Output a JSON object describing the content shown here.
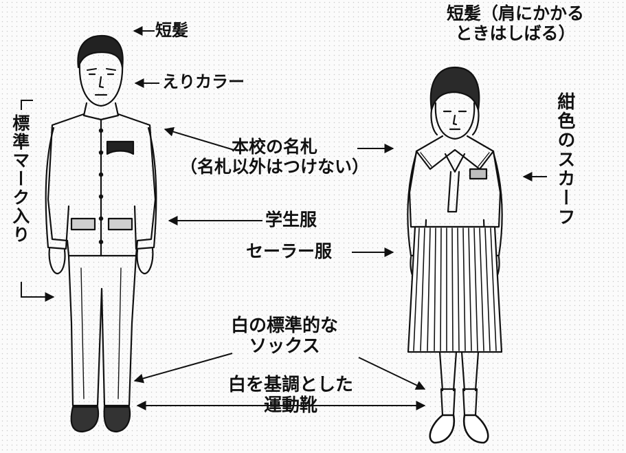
{
  "labels": {
    "boy_hair": "短髪",
    "girl_hair_line1": "短髪（肩にかかる",
    "girl_hair_line2": "ときはしばる）",
    "collar": "えりカラー",
    "standard_mark": "標準マーク入り",
    "nametag_line1": "本校の名札",
    "nametag_line2": "（名札以外はつけない）",
    "scarf": "紺色のスカーフ",
    "gakuran": "学生服",
    "sailor": "セーラー服",
    "socks_line1": "白の標準的な",
    "socks_line2": "ソックス",
    "shoes_line1": "白を基調とした",
    "shoes_line2": "運動靴"
  }
}
